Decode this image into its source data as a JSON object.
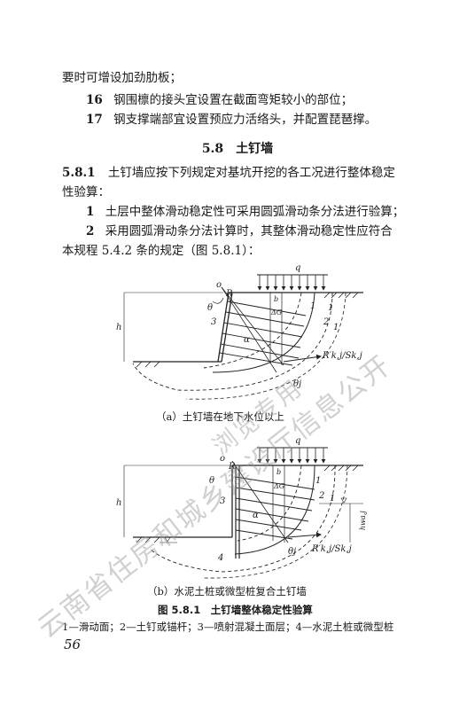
{
  "text": {
    "line_cont": "要时可增设加劲肋板；",
    "item16_num": "16",
    "item16_text": "钢围檩的接头宜设置在截面弯矩较小的部位；",
    "item17_num": "17",
    "item17_text": "钢支撑端部宜设置预应力活络头，并配置琵琶撑。",
    "section_title": "5.8　土钉墙",
    "clause_num": "5.8.1",
    "clause_text_1": "土钉墙应按下列规定对基坑开挖的各工况进行整体稳定",
    "clause_text_2": "性验算：",
    "item1_num": "1",
    "item1_text": "土层中整体滑动稳定性可采用圆弧滑动条分法进行验算；",
    "item2_num": "2",
    "item2_text_1": "采用圆弧滑动条分法计算时，其整体滑动稳定性应符合",
    "item2_text_2": "本规程 5.4.2 条的规定（图 5.8.1）："
  },
  "figure": {
    "caption_a": "（a）土钉墙在地下水位以上",
    "caption_b": "（b）水泥土桩或微型桩复合土钉墙",
    "title": "图 5.8.1　土钉墙整体稳定性验算",
    "legend": "1—滑动面；2—土钉或锚杆；3—喷射混凝土面层；4—水泥土桩或微型桩",
    "labels": {
      "q": "q",
      "o": "o",
      "R": "R",
      "theta": "θ",
      "h": "h",
      "b": "b",
      "G": "ΔG",
      "alpha": "α",
      "one": "1",
      "two": "2",
      "three": "3",
      "four": "4",
      "force": "R′k,j/Sk,j",
      "theta_j": "θj",
      "hw": "hwa,j"
    }
  },
  "page_number": "56",
  "watermark": {
    "line1": "云南省住房和城乡建设厅信息公开",
    "line2": "浏览专用"
  }
}
